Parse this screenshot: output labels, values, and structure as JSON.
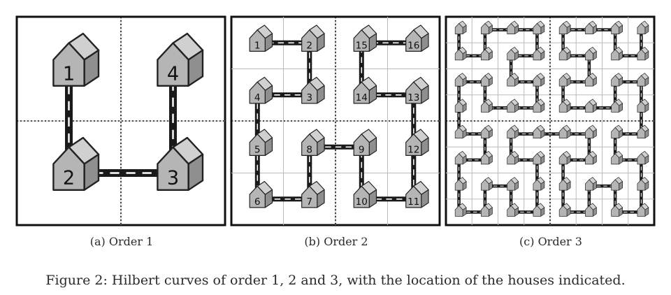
{
  "panels": [
    {
      "id": "a",
      "order": 1,
      "caption": "(a) Order 1",
      "house_labels": [
        "1",
        "2",
        "3",
        "4"
      ]
    },
    {
      "id": "b",
      "order": 2,
      "caption": "(b) Order 2",
      "house_labels": [
        "1",
        "2",
        "3",
        "4",
        "5",
        "6",
        "7",
        "8",
        "9",
        "10",
        "11",
        "12",
        "13",
        "14",
        "15",
        "16"
      ]
    },
    {
      "id": "c",
      "order": 3,
      "caption": "(c) Order 3",
      "house_labels": []
    }
  ],
  "caption": "Figure 2: Hilbert curves of order 1, 2 and 3, with the location of the houses indicated.",
  "colors": {
    "road": "#1a1a1a",
    "road_dash": "#ffffff",
    "house_front": "#b5b5b5",
    "house_roof": "#d0d0d0",
    "house_side": "#8f8f8f",
    "grid": "#bbbbbb",
    "frame": "#111111"
  }
}
